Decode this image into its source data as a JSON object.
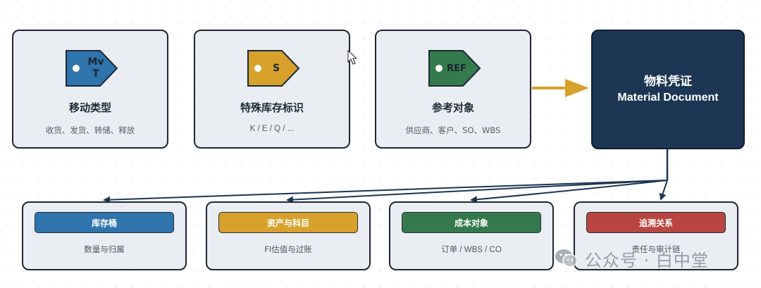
{
  "top_cards": [
    {
      "tag_text": "Mv\nT",
      "tag_color": "#2f74ad",
      "title": "移动类型",
      "subtitle": "收货、发货、转储、释放"
    },
    {
      "tag_text": "S",
      "tag_color": "#d7a12c",
      "title": "特殊库存标识",
      "subtitle": "K / E / Q / ..."
    },
    {
      "tag_text": "REF",
      "tag_color": "#357a4d",
      "title": "参考对象",
      "subtitle": "供应商、客户、SO、WBS"
    }
  ],
  "material_document": {
    "title_cn": "物料凭证",
    "title_en": "Material Document",
    "color": "#1c3654"
  },
  "arrow_color": "#d7a12c",
  "bottom_cards": [
    {
      "pill": "库存桶",
      "pill_color": "#2f74ad",
      "subtitle": "数量与归属"
    },
    {
      "pill": "资产与科目",
      "pill_color": "#d7a12c",
      "subtitle": "FI估值与过账"
    },
    {
      "pill": "成本对象",
      "pill_color": "#357a4d",
      "subtitle": "订单 / WBS / CO"
    },
    {
      "pill": "追溯关系",
      "pill_color": "#b84540",
      "subtitle": "责任与审计链"
    }
  ],
  "watermark": {
    "text": "公众号 · 白中堂",
    "icon": "wechat-icon"
  }
}
